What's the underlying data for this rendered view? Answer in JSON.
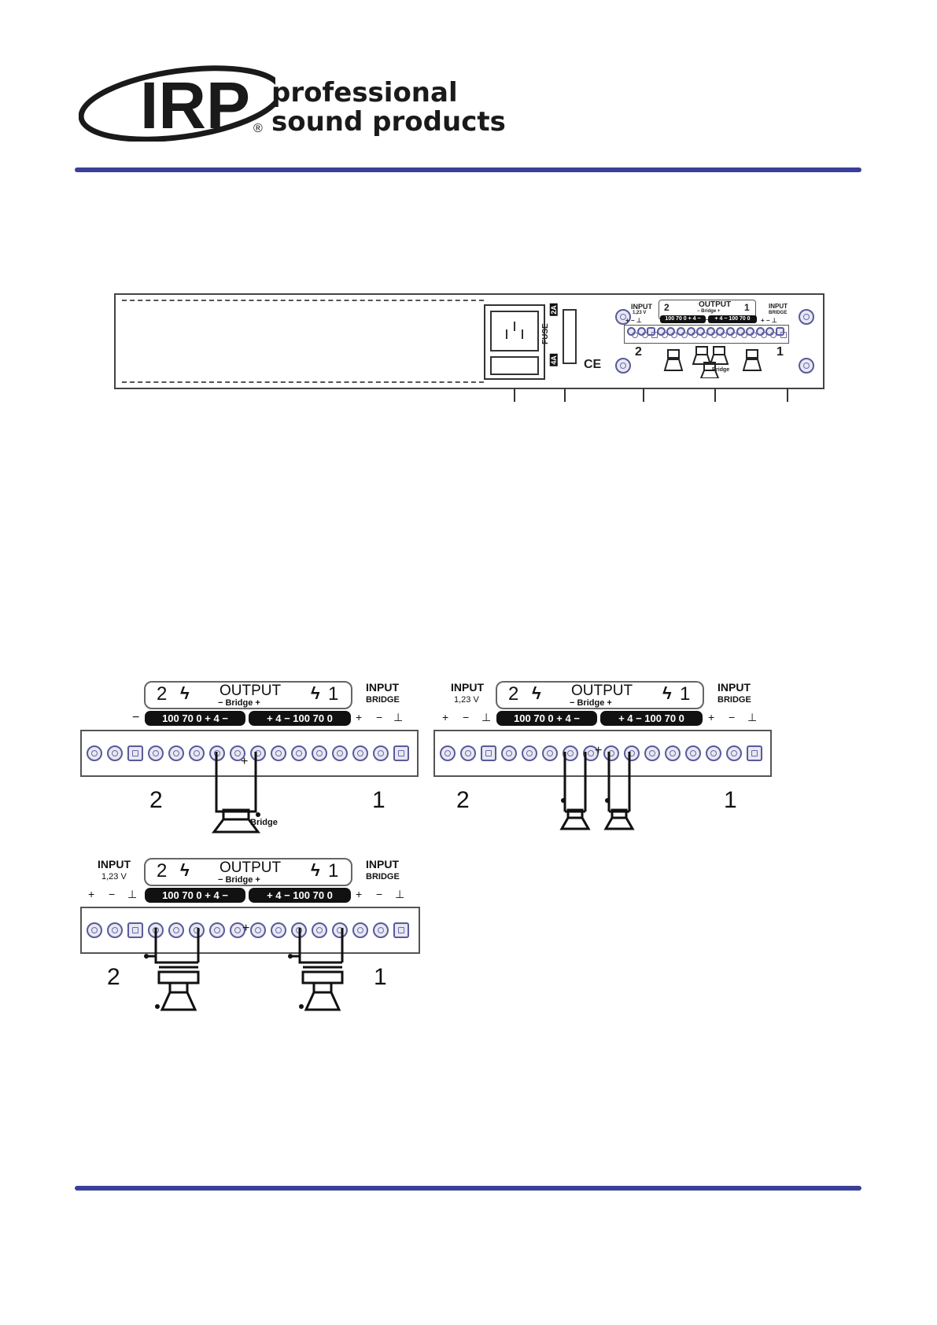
{
  "header": {
    "brand": "IRP",
    "trademark": "®",
    "tagline_line1": "professional",
    "tagline_line2": "sound products"
  },
  "rear_panel": {
    "input_2_label": "INPUT",
    "input_2_voltage": "1,23 V",
    "input_2_signs": "+  −  ⊥",
    "output_label": "OUTPUT",
    "output_bridge": "− Bridge +",
    "ch2_number": "2",
    "ch1_number": "1",
    "ch2_taps": "100  70  0  + 4 −",
    "ch1_taps": "+ 4 −  100  70  0",
    "input_1_label": "INPUT",
    "input_1_bridge": "BRIDGE",
    "input_1_signs": "+  −  ⊥",
    "fuse_label": "FUSE",
    "fuse_left": "4A",
    "fuse_right": "2A",
    "ce_mark": "CE",
    "channel_2": "2",
    "channel_1": "1",
    "bridge_small": "Bridge"
  },
  "diagram_common": {
    "ch2_digit": "2",
    "ch1_digit": "1",
    "output": "OUTPUT",
    "bridge_polarity": "− Bridge +",
    "ch2_taps": "100  70   0    + 4 −",
    "ch1_taps": "+ 4 −   100  70   0",
    "input": "INPUT",
    "bridge": "BRIDGE",
    "voltage": "1,23 V",
    "plus": "+",
    "minus": "−",
    "ground": "⊥",
    "bridge_word": "Bridge",
    "side_2": "2",
    "side_1": "1",
    "center_mark": "+"
  },
  "colors": {
    "rule": "#3a3f9a",
    "terminal": "#5a5a9a",
    "pill": "#111111"
  }
}
